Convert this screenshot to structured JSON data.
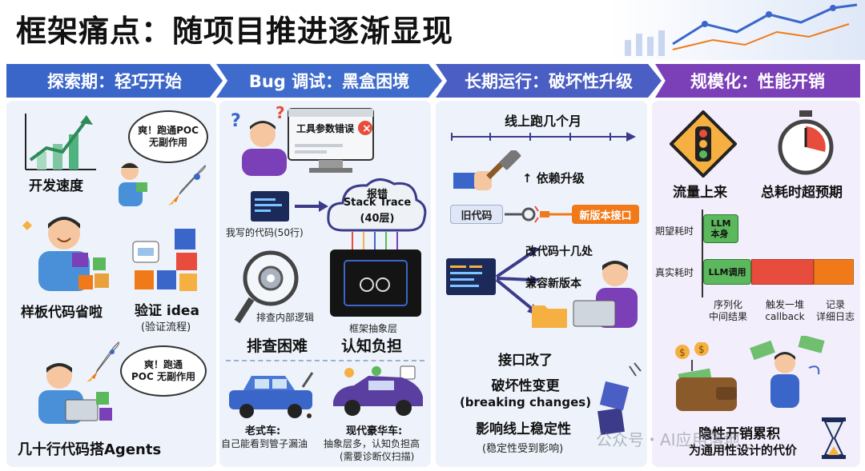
{
  "title": "框架痛点：随项目推进逐渐显现",
  "colors": {
    "stage1": "#3b66c9",
    "stage2": "#3b66c9",
    "stage3": "#3b66c9",
    "stage4": "#7b3fb8",
    "panel_bg": "#eef3fb",
    "orange": "#f07a1a",
    "green": "#5cb85c",
    "red": "#e74c3c",
    "navy": "#1c2a5a"
  },
  "stages": [
    {
      "label": "探索期：轻巧开始"
    },
    {
      "label": "Bug 调试：黑盒困境"
    },
    {
      "label": "长期运行：破坏性升级"
    },
    {
      "label": "规模化：性能开销"
    }
  ],
  "p1": {
    "speed": "开发速度",
    "bubble1": "爽！跑通POC\n无副作用",
    "boilerplate": "样板代码省啦",
    "verify": "验证 idea",
    "verify_sub": "(验证流程)",
    "bubble2": "爽！跑通\nPOC 无副作用",
    "agents": "几十行代码搭Agents"
  },
  "p2": {
    "tool_error": "工具参数错误",
    "report": "报错",
    "stack": "Stack Trace",
    "layers": "(40层)",
    "mycode": "我写的代码(50行)",
    "inspect": "排查内部逻辑",
    "abstract": "框架抽象层",
    "hard": "排查困难",
    "cognitive": "认知负担",
    "oldcar": "老式车:",
    "oldcar_desc": "自己能看到管子漏油",
    "newcar": "现代豪华车:",
    "newcar_desc": "抽象层多，认知负担高",
    "newcar_desc2": "(需要诊断仪扫描)"
  },
  "p3": {
    "months": "线上跑几个月",
    "upgrade": "↑ 依赖升级",
    "oldcode": "旧代码",
    "newapi": "新版本接口",
    "fix1": "改代码十几处",
    "fix2": "兼容新版本",
    "changed": "接口改了",
    "breaking": "破坏性变更",
    "breaking_en": "(breaking changes)",
    "stability": "影响线上稳定性",
    "stability_sub": "(稳定性受到影响)"
  },
  "p4": {
    "traffic": "流量上来",
    "overtime": "总耗时超预期",
    "expected": "期望耗时",
    "actual": "真实耗时",
    "llm_self": "LLM\n本身",
    "llm_call": "LLM调用",
    "seg1": "序列化\n中间结果",
    "seg2": "触发一堆\ncallback",
    "seg3": "记录\n详细日志",
    "hidden": "隐性开销累积",
    "hidden_sub": "为通用性设计的代价"
  },
  "watermark": "公众号・AI应用落地"
}
